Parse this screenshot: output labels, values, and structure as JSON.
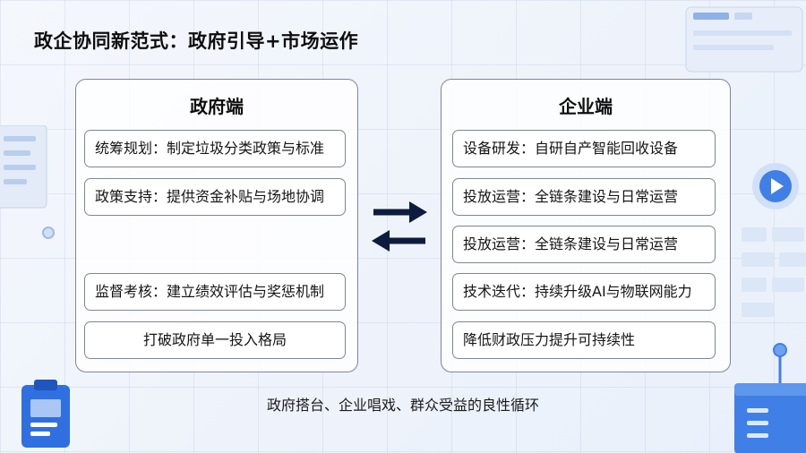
{
  "title": "政企协同新范式：政府引导+市场运作",
  "government": {
    "heading": "政府端",
    "items": [
      "统筹规划：制定垃圾分类政策与标准",
      "政策支持：提供资金补贴与场地协调",
      "监督考核：建立绩效评估与奖惩机制",
      "打破政府单一投入格局"
    ]
  },
  "enterprise": {
    "heading": "企业端",
    "items": [
      "设备研发：自研自产智能回收设备",
      "投放运营：全链条建设与日常运营",
      "投放运营：全链条建设与日常运营",
      "技术迭代：持续升级AI与物联网能力",
      "降低财政压力提升可持续性"
    ]
  },
  "footer": "政府搭台、企业唱戏、群众受益的良性循环",
  "colors": {
    "accent": "#2f6fe0",
    "arrow": "#0d1b3e",
    "border": "#7f8692",
    "background": "#f1f5fb"
  },
  "icons": [
    "bidirectional-arrows-icon",
    "clipboard-icon",
    "play-icon",
    "server-icon"
  ]
}
